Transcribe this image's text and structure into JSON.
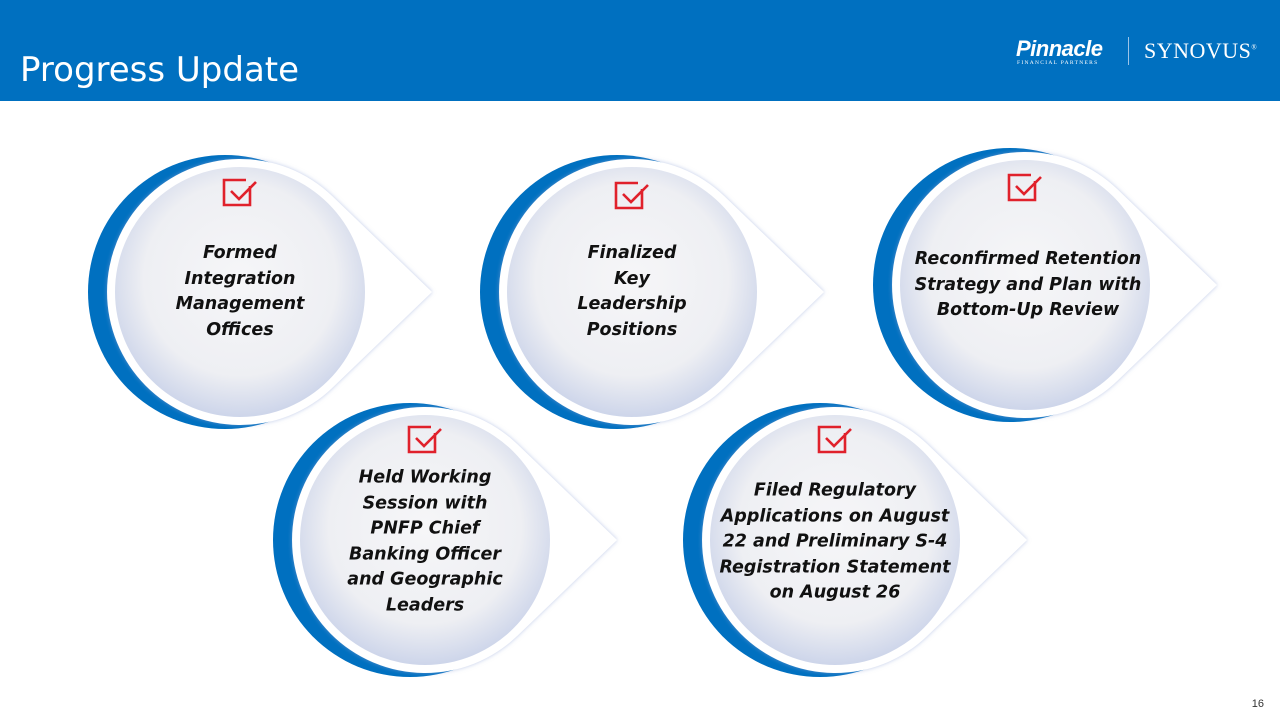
{
  "header": {
    "title": "Progress Update",
    "logo_pinnacle": "Pinnacle",
    "logo_pinnacle_sub": "FINANCIAL PARTNERS",
    "logo_synovus": "SYNOVUS"
  },
  "colors": {
    "brand_blue": "#0070c0",
    "check_red": "#e0212b"
  },
  "items": [
    {
      "label": "Formed Integration Management Offices",
      "icon": "checkbox-checked-icon"
    },
    {
      "label": "Finalized Key Leadership Positions",
      "icon": "checkbox-checked-icon"
    },
    {
      "label": "Reconfirmed Retention Strategy and Plan with Bottom-Up Review",
      "icon": "checkbox-checked-icon"
    },
    {
      "label": "Held Working Session with PNFP Chief Banking Officer and Geographic Leaders",
      "icon": "checkbox-checked-icon"
    },
    {
      "label": "Filed Regulatory Applications on August 22 and Preliminary S-4 Registration Statement on August 26",
      "icon": "checkbox-checked-icon"
    }
  ],
  "footer": {
    "page_number": "16"
  }
}
